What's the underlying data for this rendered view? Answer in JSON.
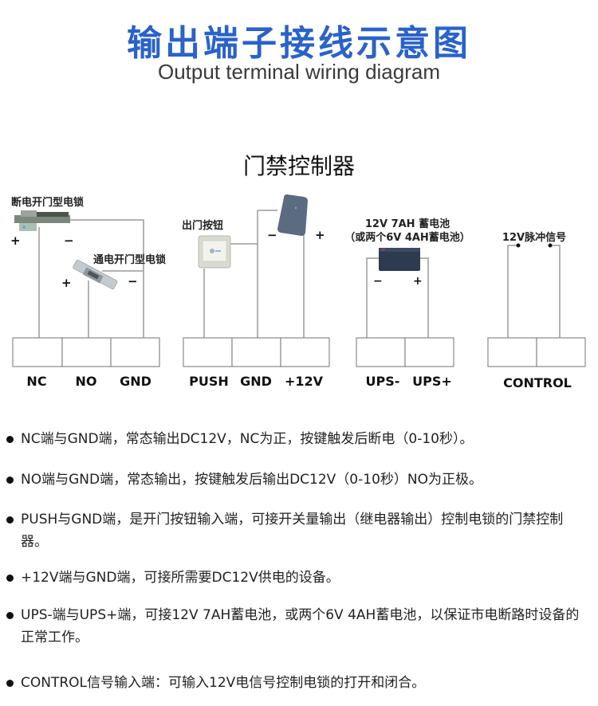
{
  "header": {
    "title_cn": "输出端子接线示意图",
    "title_en": "Output terminal wiring diagram"
  },
  "diagram": {
    "controller_label": "门禁控制器",
    "fail_safe_lock_label": "断电开门型电锁",
    "fail_secure_lock_label": "通电开门型电锁",
    "exit_button_label": "出门按钮",
    "battery_label_line1": "12V 7AH 蓄电池",
    "battery_label_line2": "（或两个6V 4AH蓄电池）",
    "pulse_label": "12V脉冲信号",
    "plus": "+",
    "minus": "−",
    "terminals": {
      "lock_group": [
        "NC",
        "NO",
        "GND"
      ],
      "power_group": [
        "PUSH",
        "GND",
        "+12V"
      ],
      "ups_group": [
        "UPS-",
        "UPS+"
      ],
      "control_group": [
        "CONTROL"
      ]
    },
    "colors": {
      "wire": "#9a9a9a",
      "terminal_border": "#8a8a8a",
      "reader": "#5b6b80",
      "battery": "#2d3a4f",
      "lock_metal": "#8c958c",
      "title_blue": "#2a62c9"
    }
  },
  "descriptions": [
    {
      "text": "NC端与GND端，常态输出DC12V，NC为正，按键触发后断电（0-10秒）。"
    },
    {
      "text": "NO端与GND端，常态输出，按键触发后输出DC12V（0-10秒）NO为正极。"
    },
    {
      "text": "PUSH与GND端，是开门按钮输入端，可接开关量输出（继电器输出）控制电锁的门禁控制器。"
    },
    {
      "text": "+12V端与GND端，可接所需要DC12V供电的设备。"
    },
    {
      "text": "UPS-端与UPS+端，可接12V 7AH蓄电池，或两个6V 4AH蓄电池，以保证市电断路时设备的正常工作。"
    },
    {
      "text": "CONTROL信号输入端：可输入12V电信号控制电锁的打开和闭合。"
    }
  ]
}
